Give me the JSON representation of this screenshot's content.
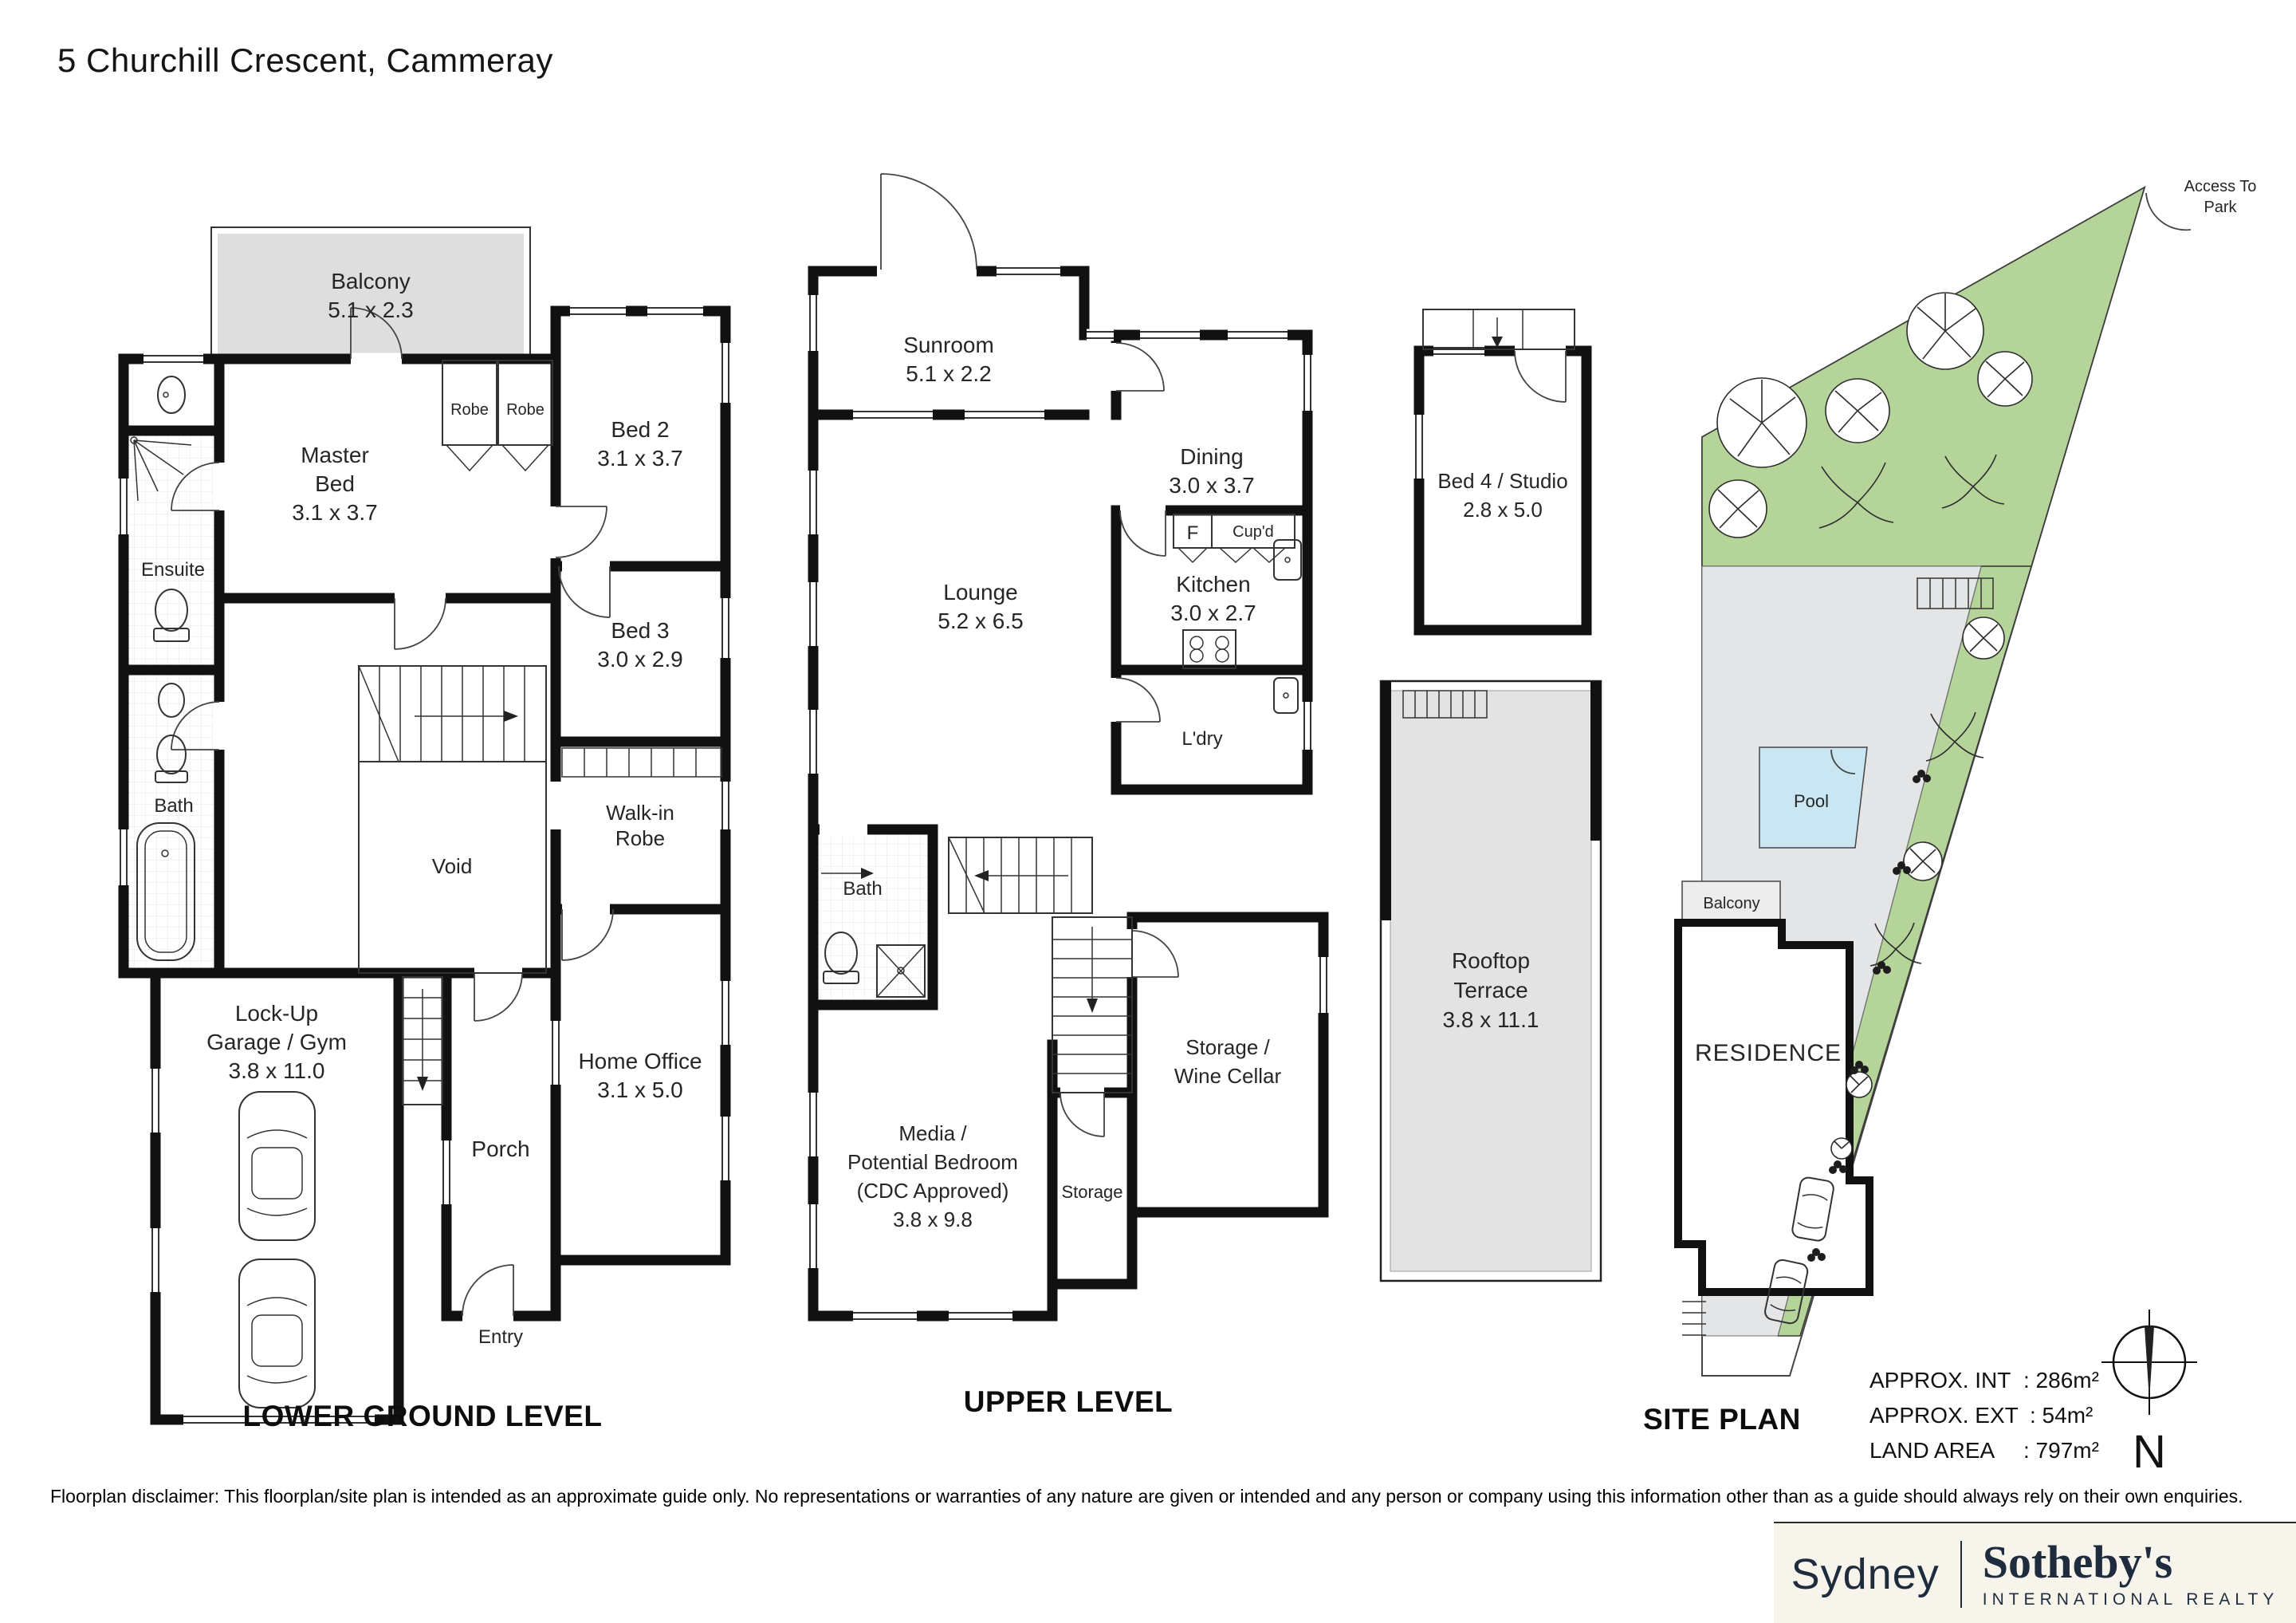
{
  "title": "5 Churchill Crescent, Cammeray",
  "lower": {
    "name": "LOWER GROUND LEVEL",
    "rooms": {
      "balcony": {
        "label": "Balcony",
        "dims": "5.1 x 2.3"
      },
      "master": {
        "l1": "Master",
        "l2": "Bed",
        "dims": "3.1 x 3.7"
      },
      "bed2": {
        "label": "Bed 2",
        "dims": "3.1 x 3.7"
      },
      "bed3": {
        "label": "Bed 3",
        "dims": "3.0 x 2.9"
      },
      "ensuite": {
        "label": "Ensuite"
      },
      "bath": {
        "label": "Bath"
      },
      "void": {
        "label": "Void"
      },
      "robe1": {
        "label": "Robe"
      },
      "robe2": {
        "label": "Robe"
      },
      "walkin": {
        "l1": "Walk-in",
        "l2": "Robe"
      },
      "garage": {
        "l1": "Lock-Up",
        "l2": "Garage / Gym",
        "dims": "3.8 x 11.0"
      },
      "porch": {
        "label": "Porch"
      },
      "entry": {
        "label": "Entry"
      },
      "office": {
        "label": "Home Office",
        "dims": "3.1 x 5.0"
      }
    }
  },
  "upper": {
    "name": "UPPER LEVEL",
    "rooms": {
      "sunroom": {
        "label": "Sunroom",
        "dims": "5.1 x 2.2"
      },
      "lounge": {
        "label": "Lounge",
        "dims": "5.2 x 6.5"
      },
      "dining": {
        "label": "Dining",
        "dims": "3.0 x 3.7"
      },
      "kitchen": {
        "label": "Kitchen",
        "dims": "3.0 x 2.7"
      },
      "fridge": {
        "label": "F"
      },
      "cupboard": {
        "label": "Cup'd"
      },
      "bath": {
        "label": "Bath"
      },
      "laundry": {
        "label": "L'dry"
      },
      "media": {
        "l1": "Media /",
        "l2": "Potential Bedroom",
        "l3": "(CDC Approved)",
        "l4": "3.8 x 9.8"
      },
      "storage": {
        "label": "Storage"
      },
      "wine": {
        "l1": "Storage /",
        "l2": "Wine Cellar"
      }
    }
  },
  "bed4": {
    "label": "Bed 4 / Studio",
    "dims": "2.8 x 5.0"
  },
  "rooftop": {
    "l1": "Rooftop",
    "l2": "Terrace",
    "dims": "3.8 x 11.1"
  },
  "site": {
    "name": "SITE PLAN",
    "labels": {
      "pool": "Pool",
      "balcony": "Balcony",
      "residence": "RESIDENCE",
      "access1": "Access To",
      "access2": "Park",
      "north": "N"
    },
    "stats": [
      {
        "label": "APPROX. INT",
        "value": ": 286m²"
      },
      {
        "label": "APPROX. EXT",
        "value": ": 54m²"
      },
      {
        "label": "LAND AREA",
        "value": ": 797m²"
      }
    ]
  },
  "disclaimer": "Floorplan disclaimer: This floorplan/site plan is intended as an approximate guide only. No representations or warranties of any nature are given or intended and any person or company using this information other than as a guide should always rely on their own enquiries.",
  "brand": {
    "city": "Sydney",
    "name": "Sotheby's",
    "subtitle": "INTERNATIONAL REALTY"
  },
  "colors": {
    "balcony_fill": "#dedede",
    "terrace_fill": "#e3e3e3",
    "green": "#b5d49a",
    "pool": "#c9e6f2",
    "hardscape": "#e4e5e6"
  }
}
